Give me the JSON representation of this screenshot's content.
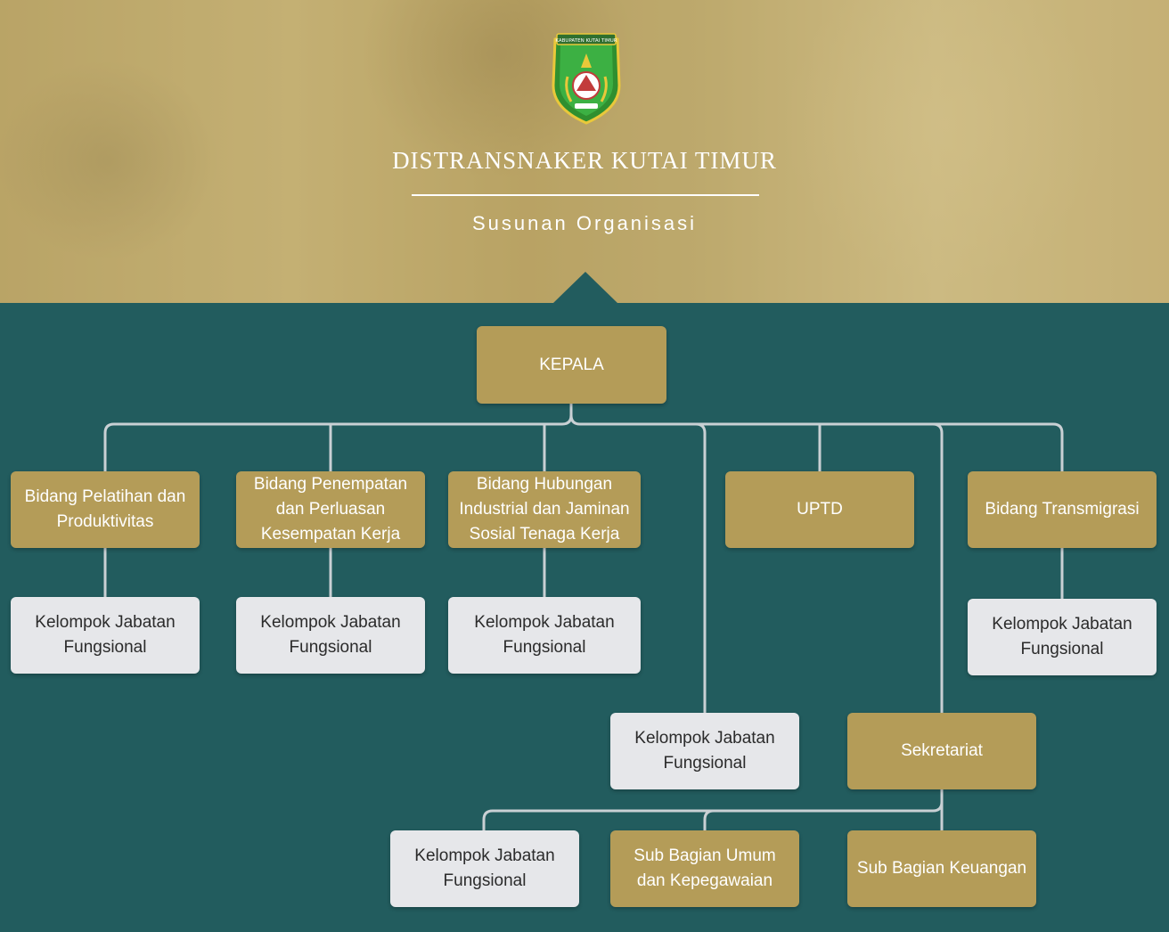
{
  "header": {
    "title": "DISTRANSNAKER KUTAI TIMUR",
    "subtitle": "Susunan Organisasi",
    "logo_text": "KABUPATEN KUTAI TIMUR"
  },
  "colors": {
    "background": "#225c5e",
    "gold_box": "#b49c58",
    "grey_box": "#e6e7ea",
    "connector": "#c9d0d4"
  },
  "org": {
    "kepala": "KEPALA",
    "bidang_pelatihan": "Bidang Pelatihan dan Produktivitas",
    "bidang_penempatan": "Bidang Penempatan dan Perluasan Kesempatan Kerja",
    "bidang_hubungan": "Bidang Hubungan Industrial dan Jaminan Sosial Tenaga Kerja",
    "uptd": "UPTD",
    "bidang_transmigrasi": "Bidang Transmigrasi",
    "kjf_pelatihan": "Kelompok Jabatan Fungsional",
    "kjf_penempatan": "Kelompok Jabatan Fungsional",
    "kjf_hubungan": "Kelompok Jabatan Fungsional",
    "kjf_transmigrasi": "Kelompok Jabatan Fungsional",
    "kjf_kepala": "Kelompok Jabatan Fungsional",
    "sekretariat": "Sekretariat",
    "kjf_sekretariat": "Kelompok Jabatan Fungsional",
    "subbag_umum": "Sub Bagian Umum dan Kepegawaian",
    "subbag_keuangan": "Sub Bagian Keuangan"
  }
}
